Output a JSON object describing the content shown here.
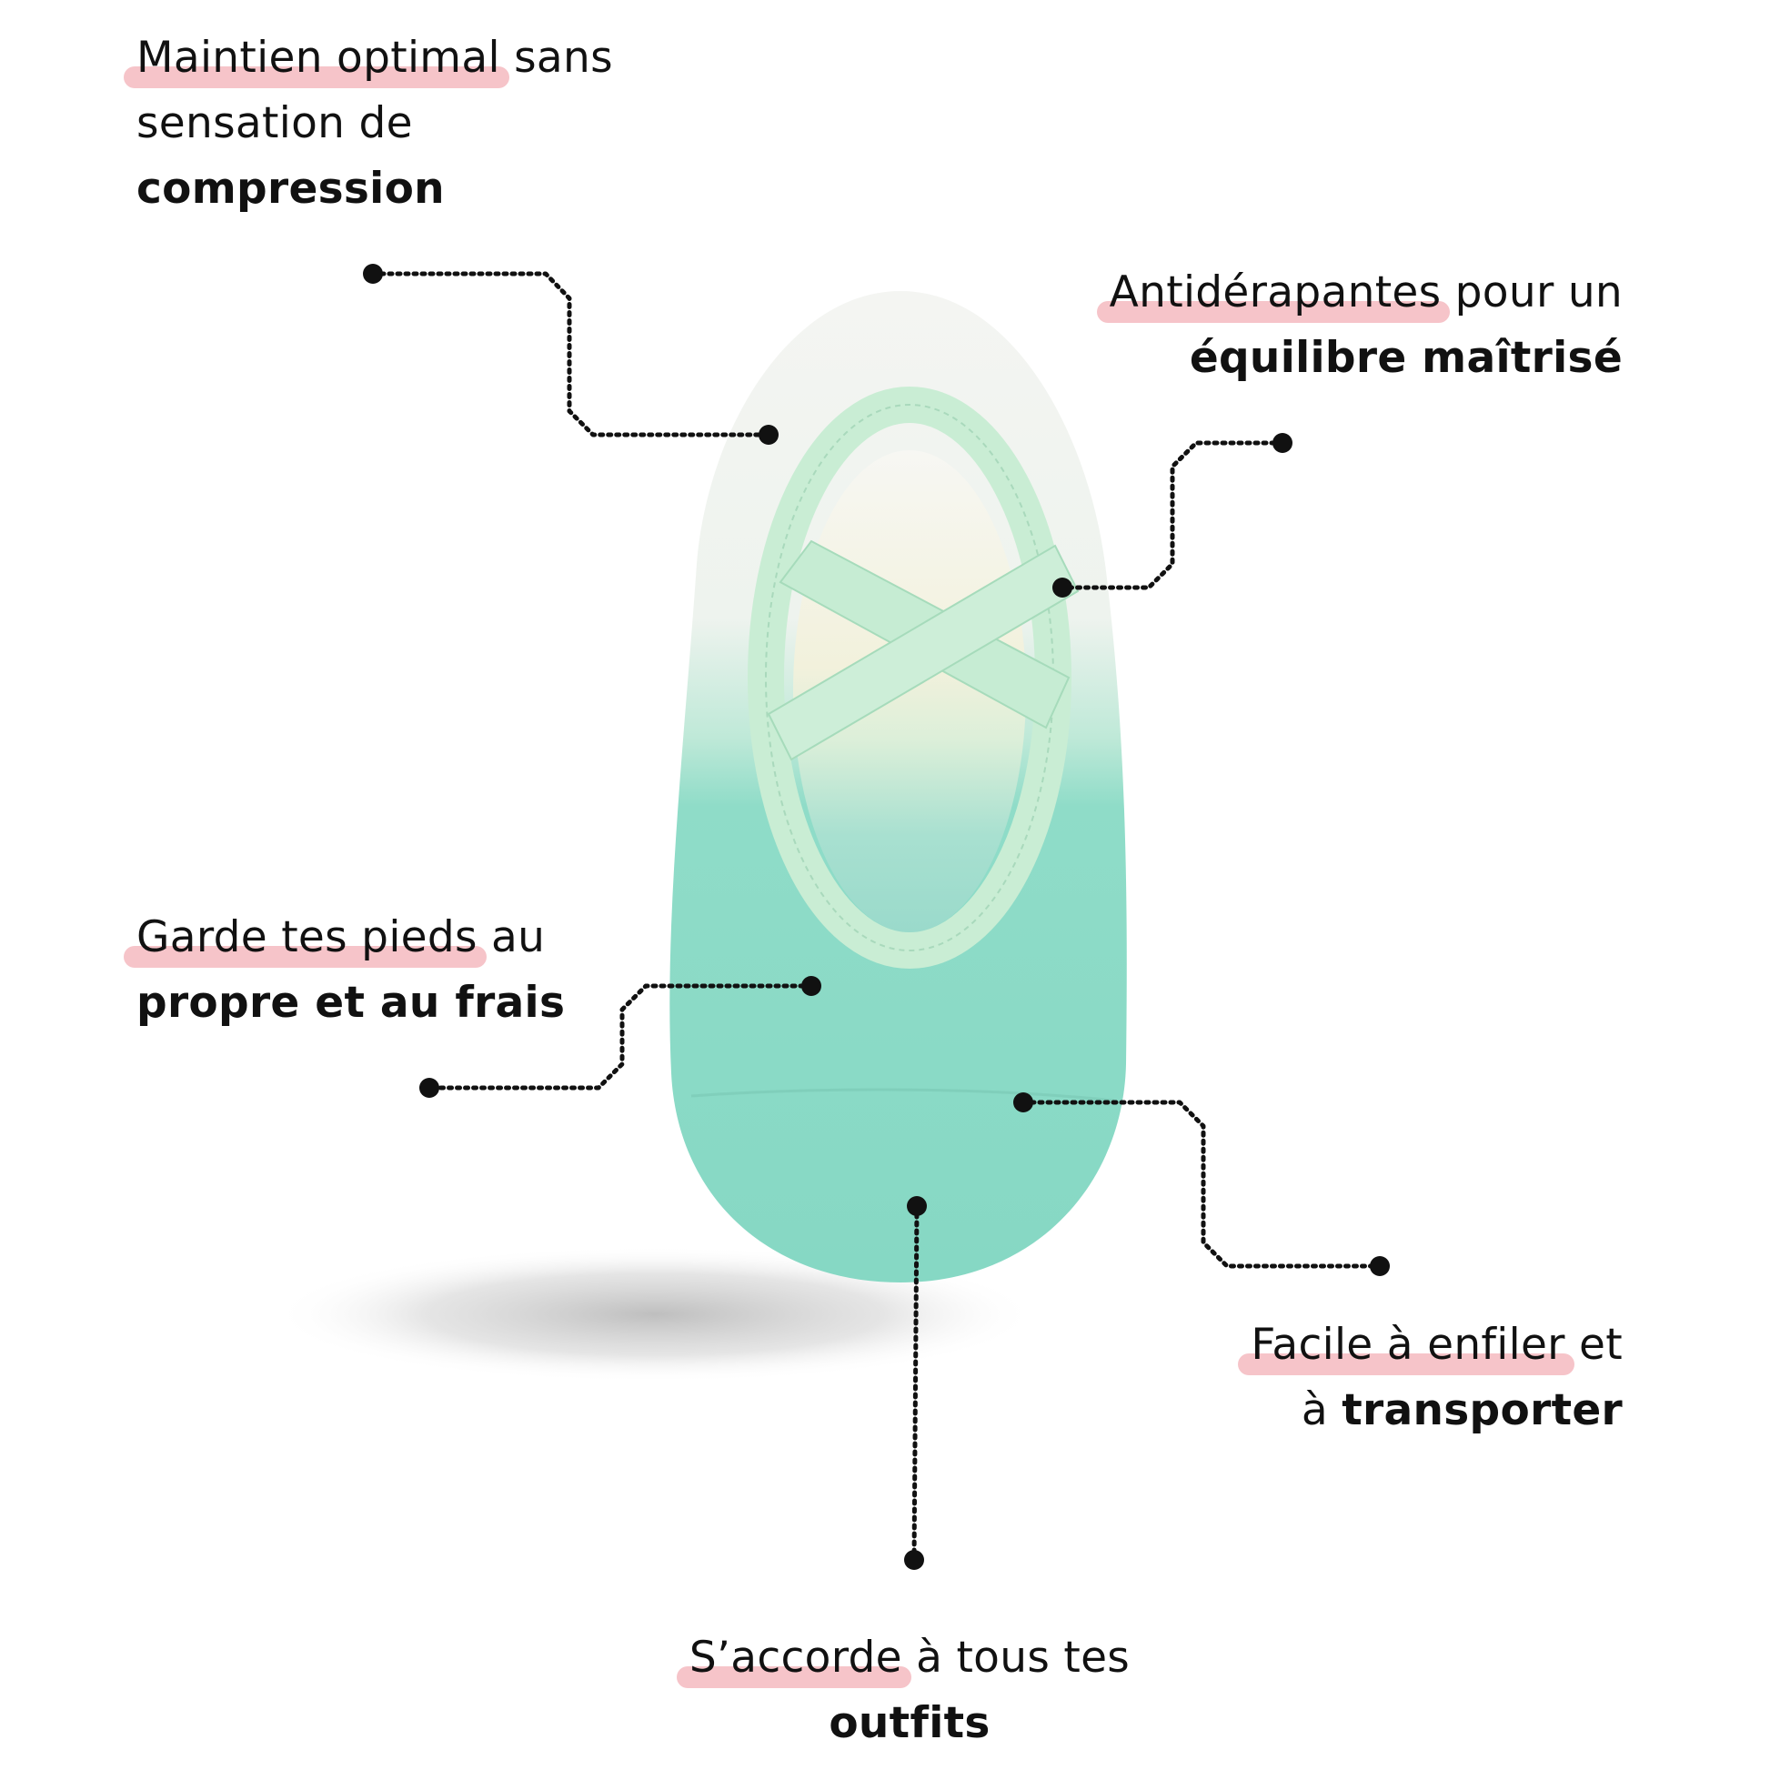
{
  "colors": {
    "highlight": "#f6c4c9",
    "text": "#111111",
    "connector": "#111111",
    "sock_teal": "#8fdcc8",
    "sock_band": "#c7ecd2",
    "sock_white": "#f3f4f1"
  },
  "features": [
    {
      "id": "compression",
      "highlight": "Maintien optimal",
      "line1_rest": " sans",
      "line2": "sensation de",
      "line3_bold": "compression"
    },
    {
      "id": "antiderapant",
      "highlight": "Antidérapantes",
      "line1_rest": " pour un",
      "line2_bold": "équilibre maîtrisé"
    },
    {
      "id": "frais",
      "highlight": "Garde tes pieds",
      "line1_rest": " au",
      "line2_bold": "propre et au frais"
    },
    {
      "id": "transport",
      "highlight": "Facile à enfiler",
      "line1_rest": " et",
      "line2_plain": "à ",
      "line2_bold": "transporter"
    },
    {
      "id": "outfits",
      "highlight": "S’accorde",
      "line1_rest": " à tous tes",
      "line2_bold": "outfits"
    }
  ]
}
